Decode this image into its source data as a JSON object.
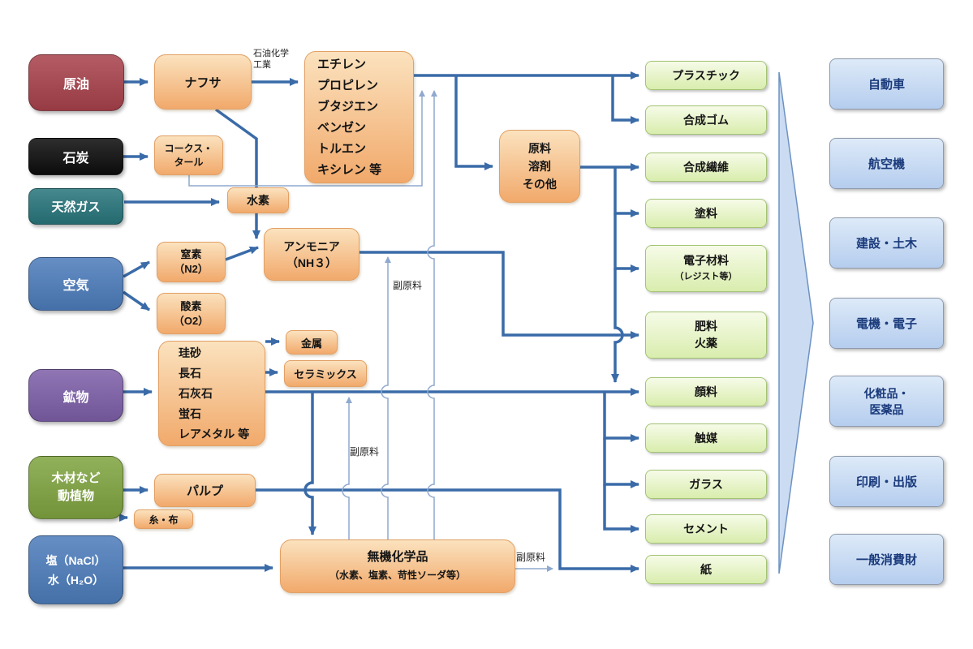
{
  "palette": {
    "arrow_thick": "#3A6BA8",
    "arrow_thin": "#8FA9CE",
    "funnel_fill": "#CBDCF2",
    "funnel_stroke": "#6D92C2",
    "industry_text": "#1B3B7C"
  },
  "sources": [
    {
      "id": "crude-oil",
      "lines": [
        "原油"
      ],
      "color": "#A8414B"
    },
    {
      "id": "coal",
      "lines": [
        "石炭"
      ],
      "color": "#0C0C0C"
    },
    {
      "id": "natural-gas",
      "lines": [
        "天然ガス"
      ],
      "color": "#27757B"
    },
    {
      "id": "air",
      "lines": [
        "空気"
      ],
      "color": "#4C7CBB"
    },
    {
      "id": "minerals",
      "lines": [
        "鉱物"
      ],
      "color": "#7D5FA8"
    },
    {
      "id": "wood-plants",
      "lines": [
        "木材など",
        "動植物"
      ],
      "color": "#7FA440"
    },
    {
      "id": "salt-water",
      "lines": [
        "塩（NaCl）",
        "水（H₂O）"
      ],
      "color": "#4C7CBB"
    }
  ],
  "intermediates": [
    {
      "id": "naphtha",
      "lines": [
        "ナフサ"
      ]
    },
    {
      "id": "coke-tar",
      "lines": [
        "コークス・",
        "タール"
      ]
    },
    {
      "id": "hydrogen",
      "lines": [
        "水素"
      ]
    },
    {
      "id": "basic-petrochemicals",
      "lines": [
        "エチレン",
        "プロピレン",
        "ブタジエン",
        "ベンゼン",
        "トルエン",
        "キシレン 等"
      ]
    },
    {
      "id": "nitrogen",
      "lines": [
        "窒素",
        "（N2）"
      ]
    },
    {
      "id": "oxygen",
      "lines": [
        "酸素",
        "（O2）"
      ]
    },
    {
      "id": "ammonia",
      "lines": [
        "アンモニア",
        "（NH３）"
      ]
    },
    {
      "id": "metal",
      "lines": [
        "金属"
      ]
    },
    {
      "id": "ceramics",
      "lines": [
        "セラミックス"
      ]
    },
    {
      "id": "mineral-materials",
      "lines": [
        "珪砂",
        "長石",
        "石灰石",
        "蛍石",
        "レアメタル 等"
      ]
    },
    {
      "id": "pulp",
      "lines": [
        "パルプ"
      ]
    },
    {
      "id": "thread-cloth",
      "lines": [
        "糸・布"
      ]
    },
    {
      "id": "raw-solvent-other",
      "lines": [
        "原料",
        "溶剤",
        "その他"
      ]
    },
    {
      "id": "inorganic-chemicals",
      "lines": [
        "無機化学品",
        "（水素、塩素、苛性ソーダ等）"
      ]
    }
  ],
  "products": [
    {
      "id": "plastics",
      "lines": [
        "プラスチック"
      ]
    },
    {
      "id": "synthetic-rubber",
      "lines": [
        "合成ゴム"
      ]
    },
    {
      "id": "synthetic-fiber",
      "lines": [
        "合成繊維"
      ]
    },
    {
      "id": "paint",
      "lines": [
        "塗料"
      ]
    },
    {
      "id": "electronic-materials",
      "lines": [
        "電子材料",
        "（レジスト等）"
      ]
    },
    {
      "id": "fertilizer-explosives",
      "lines": [
        "肥料",
        "火薬"
      ]
    },
    {
      "id": "pigment",
      "lines": [
        "顔料"
      ]
    },
    {
      "id": "catalyst",
      "lines": [
        "触媒"
      ]
    },
    {
      "id": "glass",
      "lines": [
        "ガラス"
      ]
    },
    {
      "id": "cement",
      "lines": [
        "セメント"
      ]
    },
    {
      "id": "paper",
      "lines": [
        "紙"
      ]
    }
  ],
  "industries": [
    {
      "id": "automobile",
      "lines": [
        "自動車"
      ]
    },
    {
      "id": "aircraft",
      "lines": [
        "航空機"
      ]
    },
    {
      "id": "construction",
      "lines": [
        "建設・土木"
      ]
    },
    {
      "id": "electric-electronics",
      "lines": [
        "電機・電子"
      ]
    },
    {
      "id": "cosmetics-pharma",
      "lines": [
        "化粧品・",
        "医薬品"
      ]
    },
    {
      "id": "printing-publishing",
      "lines": [
        "印刷・出版"
      ]
    },
    {
      "id": "consumer-goods",
      "lines": [
        "一般消費財"
      ]
    }
  ],
  "annotations": [
    {
      "id": "petrochemical-industry",
      "lines": [
        "石油化学",
        "工業"
      ]
    },
    {
      "id": "aux-material-ammonia",
      "lines": [
        "副原料"
      ]
    },
    {
      "id": "aux-material-mineral",
      "lines": [
        "副原料"
      ]
    },
    {
      "id": "aux-material-paper",
      "lines": [
        "副原料"
      ]
    }
  ],
  "connections": [
    {
      "from": "crude-oil",
      "to": "naphtha"
    },
    {
      "from": "naphtha",
      "to": "basic-petrochemicals",
      "label": "石油化学工業"
    },
    {
      "from": "naphtha",
      "to": "hydrogen"
    },
    {
      "from": "coal",
      "to": "coke-tar"
    },
    {
      "from": "coke-tar",
      "to": "basic-petrochemicals"
    },
    {
      "from": "natural-gas",
      "to": "hydrogen"
    },
    {
      "from": "hydrogen",
      "to": "ammonia"
    },
    {
      "from": "air",
      "to": "nitrogen"
    },
    {
      "from": "air",
      "to": "oxygen"
    },
    {
      "from": "nitrogen",
      "to": "ammonia"
    },
    {
      "from": "basic-petrochemicals",
      "to": "plastics"
    },
    {
      "from": "basic-petrochemicals",
      "to": "synthetic-rubber"
    },
    {
      "from": "basic-petrochemicals",
      "to": "raw-solvent-other"
    },
    {
      "from": "raw-solvent-other",
      "to": "synthetic-fiber"
    },
    {
      "from": "raw-solvent-other",
      "to": "paint"
    },
    {
      "from": "raw-solvent-other",
      "to": "electronic-materials"
    },
    {
      "from": "raw-solvent-other",
      "to": "pigment"
    },
    {
      "from": "ammonia",
      "to": "fertilizer-explosives"
    },
    {
      "from": "minerals",
      "to": "mineral-materials"
    },
    {
      "from": "mineral-materials",
      "to": "metal"
    },
    {
      "from": "mineral-materials",
      "to": "ceramics"
    },
    {
      "from": "mineral-materials",
      "to": "pigment"
    },
    {
      "from": "mineral-materials",
      "to": "catalyst"
    },
    {
      "from": "mineral-materials",
      "to": "glass"
    },
    {
      "from": "mineral-materials",
      "to": "cement"
    },
    {
      "from": "mineral-materials",
      "to": "inorganic-chemicals"
    },
    {
      "from": "wood-plants",
      "to": "pulp"
    },
    {
      "from": "wood-plants",
      "to": "thread-cloth"
    },
    {
      "from": "pulp",
      "to": "paper"
    },
    {
      "from": "salt-water",
      "to": "inorganic-chemicals"
    },
    {
      "from": "inorganic-chemicals",
      "to": "basic-petrochemicals",
      "label": "副原料"
    },
    {
      "from": "inorganic-chemicals",
      "to": "ammonia",
      "label": "副原料"
    },
    {
      "from": "inorganic-chemicals",
      "to": "pigment",
      "label": "副原料"
    },
    {
      "from": "inorganic-chemicals",
      "to": "paper",
      "label": "副原料"
    },
    {
      "from": "products",
      "to": "industries",
      "label": "funnel"
    }
  ]
}
